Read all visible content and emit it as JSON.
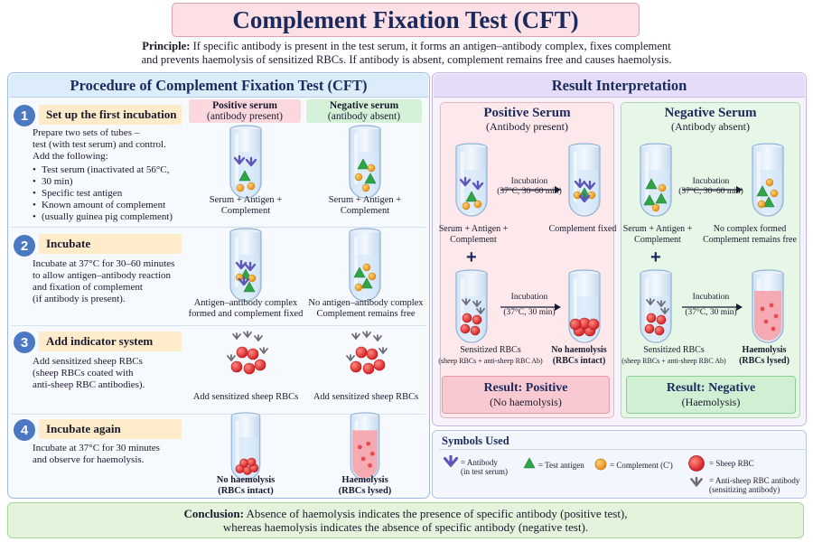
{
  "title": "Complement Fixation Test (CFT)",
  "principle": {
    "label": "Principle:",
    "line1": "If specific antibody is present in the test serum, it forms an antigen–antibody complex, fixes complement",
    "line2": "and prevents haemolysis of sensitized RBCs. If antibody is absent, complement remains free and causes haemolysis."
  },
  "procedure": {
    "title": "Procedure of Complement Fixation Test (CFT)",
    "positive_header": {
      "title": "Positive serum",
      "sub": "(antibody present)"
    },
    "negative_header": {
      "title": "Negative serum",
      "sub": "(antibody absent)"
    },
    "steps": [
      {
        "num": "1",
        "title": "Set up the first incubation",
        "text_lines": [
          "Prepare two sets of tubes –",
          "test (with test serum) and control.",
          "Add the following:"
        ],
        "bullets": [
          "Test serum (inactivated at 56°C,",
          "30 min)",
          "Specific test antigen",
          "Known amount of complement",
          "(usually guinea pig complement)"
        ],
        "pos_caption": [
          "Serum + Antigen +",
          "Complement"
        ],
        "neg_caption": [
          "Serum + Antigen +",
          "Complement"
        ]
      },
      {
        "num": "2",
        "title": "Incubate",
        "text_lines": [
          "Incubate at 37°C for 30–60 minutes",
          "to allow antigen–antibody reaction",
          "and fixation of complement",
          "(if antibody is present)."
        ],
        "pos_caption": [
          "Antigen–antibody complex",
          "formed and complement fixed"
        ],
        "neg_caption": [
          "No antigen–antibody complex",
          "Complement remains free"
        ]
      },
      {
        "num": "3",
        "title": "Add indicator system",
        "text_lines": [
          "Add sensitized sheep RBCs",
          "(sheep RBCs coated with",
          "anti-sheep RBC antibodies)."
        ],
        "pos_caption": [
          "Add sensitized sheep RBCs"
        ],
        "neg_caption": [
          "Add sensitized sheep RBCs"
        ]
      },
      {
        "num": "4",
        "title": "Incubate again",
        "text_lines": [
          "Incubate at 37°C for 30 minutes",
          "and observe for haemolysis."
        ],
        "pos_caption": [
          "No haemolysis",
          "(RBCs intact)"
        ],
        "neg_caption": [
          "Haemolysis",
          "(RBCs lysed)"
        ]
      }
    ]
  },
  "results": {
    "title": "Result Interpretation",
    "positive": {
      "title": "Positive Serum",
      "sub": "(Antibody present)",
      "incubation1": [
        "Incubation",
        "(37°C, 30–60 min)"
      ],
      "left1": [
        "Serum + Antigen +",
        "Complement"
      ],
      "right1": [
        "Complement fixed"
      ],
      "incubation2": [
        "Incubation",
        "(37°C, 30 min)"
      ],
      "left2_title": "Sensitized RBCs",
      "left2_sub": "(sheep RBCs + anti-sheep RBC Ab)",
      "right2": [
        "No haemolysis",
        "(RBCs intact)"
      ],
      "result_title": "Result: Positive",
      "result_sub": "(No haemolysis)"
    },
    "negative": {
      "title": "Negative Serum",
      "sub": "(Antibody absent)",
      "incubation1": [
        "Incubation",
        "(37°C, 30–60 min)"
      ],
      "left1": [
        "Serum + Antigen +",
        "Complement"
      ],
      "right1": [
        "No complex formed",
        "Complement remains free"
      ],
      "incubation2": [
        "Incubation",
        "(37°C, 30 min)"
      ],
      "left2_title": "Sensitized RBCs",
      "left2_sub": "(sheep RBCs + anti-sheep RBC Ab)",
      "right2": [
        "Haemolysis",
        "(RBCs lysed)"
      ],
      "result_title": "Result: Negative",
      "result_sub": "(Haemolysis)"
    },
    "plus": "+"
  },
  "symbols": {
    "title": "Symbols Used",
    "antibody": [
      "= Antibody",
      "(in test serum)"
    ],
    "antigen": "= Test antigen",
    "complement": "= Complement (C')",
    "sheep_rbc": "= Sheep RBC",
    "anti_sheep": [
      "= Anti-sheep RBC antibody",
      "(sensitizing antibody)"
    ]
  },
  "conclusion": {
    "label": "Conclusion:",
    "line1": "Absence of haemolysis indicates the presence of specific antibody (positive test),",
    "line2": "whereas haemolysis indicates the absence of specific antibody (negative test)."
  },
  "colors": {
    "antibody": "#6a5bb5",
    "antigen": "#2e9e45",
    "complement": "#f2a21e",
    "rbc": "#e0262a",
    "step_circle": "#4a78c2"
  }
}
